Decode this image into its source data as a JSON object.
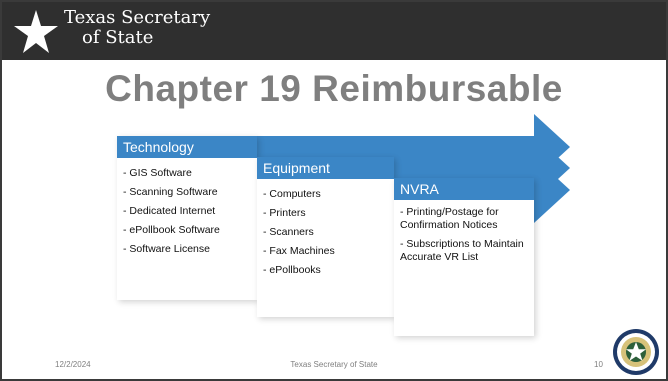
{
  "header": {
    "logo_line1": "Texas Secretary",
    "logo_line2": "of State"
  },
  "title": "Chapter 19 Reimbursable",
  "columns": [
    {
      "heading": "Technology",
      "items": [
        "- GIS Software",
        "- Scanning Software",
        "- Dedicated Internet",
        "- ePollbook Software",
        "- Software License"
      ]
    },
    {
      "heading": "Equipment",
      "items": [
        "- Computers",
        "- Printers",
        "- Scanners",
        "- Fax Machines",
        "- ePollbooks"
      ]
    },
    {
      "heading": "NVRA",
      "items": [
        "- Printing/Postage for Confirmation Notices",
        "- Subscriptions to Maintain Accurate VR List"
      ]
    }
  ],
  "footer": {
    "date": "12/2/2024",
    "center": "Texas Secretary of State",
    "page": "10"
  },
  "colors": {
    "accent": "#3b86c6",
    "header_bg": "#2f2f2f",
    "title": "#7f7f7f"
  },
  "icons": [
    "star-icon",
    "state-seal-icon"
  ]
}
